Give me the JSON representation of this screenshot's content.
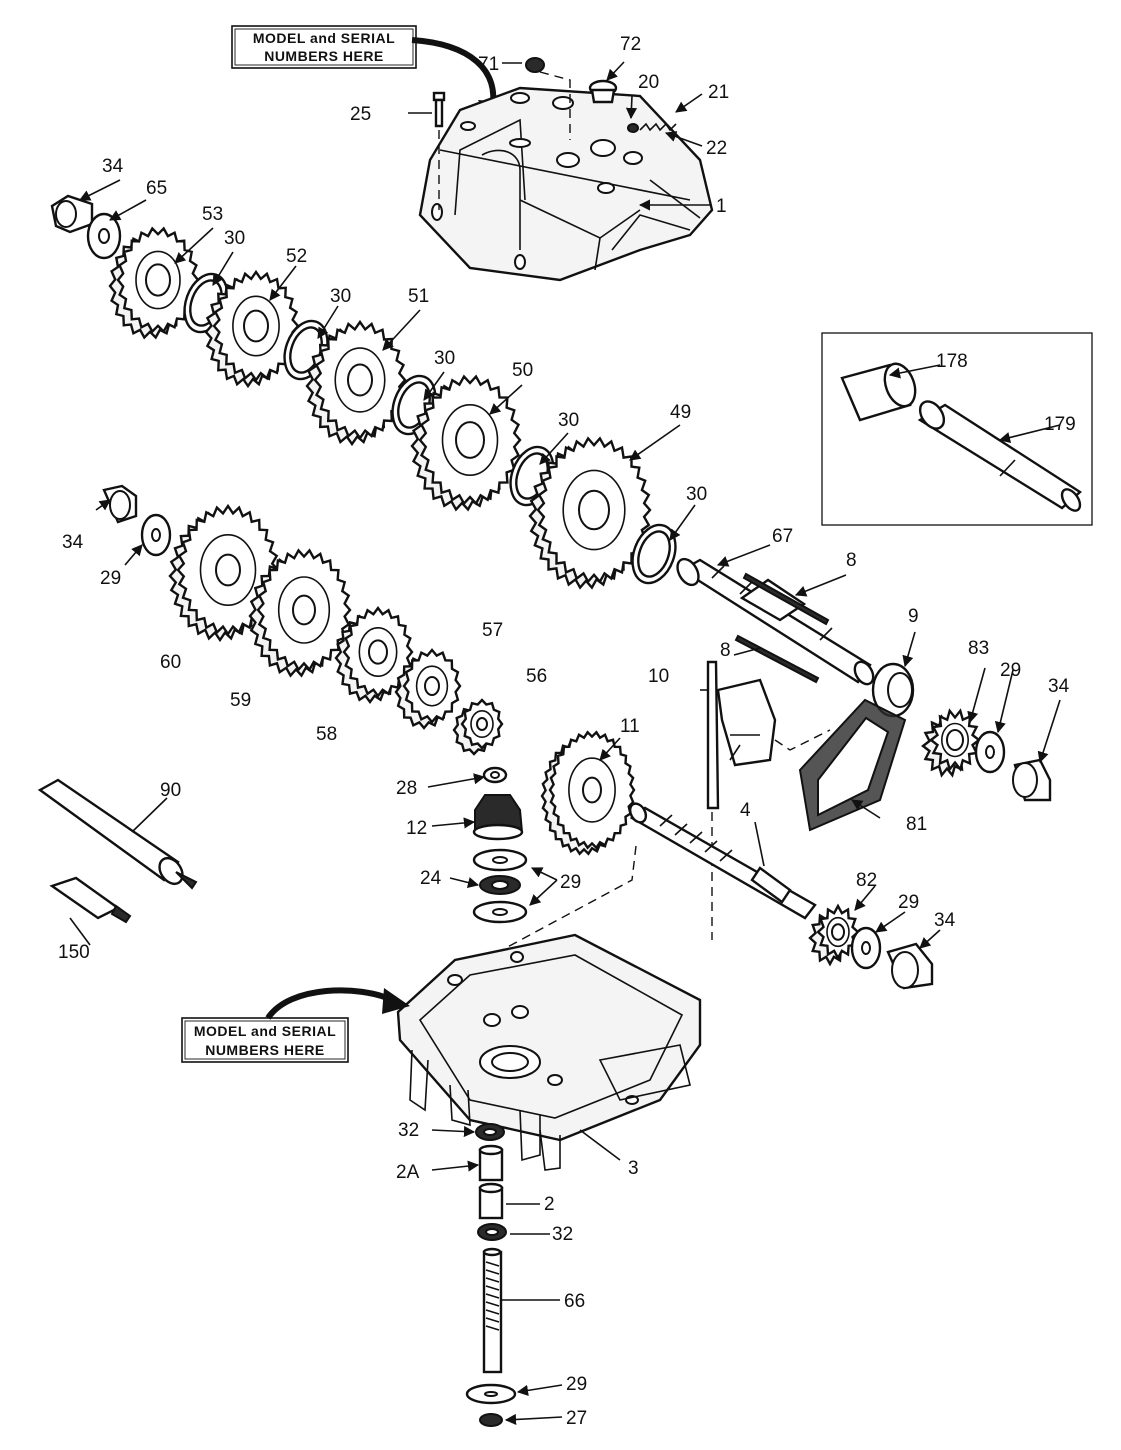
{
  "notes": {
    "top_line1": "MODEL and SERIAL",
    "top_line2": "NUMBERS HERE",
    "bottom_line1": "MODEL and SERIAL",
    "bottom_line2": "NUMBERS HERE"
  },
  "callouts": {
    "c1": "1",
    "c2": "2",
    "c2A": "2A",
    "c3": "3",
    "c4": "4",
    "c8a": "8",
    "c8b": "8",
    "c9": "9",
    "c10": "10",
    "c11": "11",
    "c12": "12",
    "c20": "20",
    "c21": "21",
    "c22": "22",
    "c24": "24",
    "c25": "25",
    "c27": "27",
    "c28": "28",
    "c29a": "29",
    "c29b": "29",
    "c29c": "29",
    "c29d": "29",
    "c29e": "29",
    "c30a": "30",
    "c30b": "30",
    "c30c": "30",
    "c30d": "30",
    "c30e": "30",
    "c32a": "32",
    "c32b": "32",
    "c34a": "34",
    "c34b": "34",
    "c34c": "34",
    "c34d": "34",
    "c49": "49",
    "c50": "50",
    "c51": "51",
    "c52": "52",
    "c53": "53",
    "c56": "56",
    "c57": "57",
    "c58": "58",
    "c59": "59",
    "c60": "60",
    "c65": "65",
    "c66": "66",
    "c67": "67",
    "c71": "71",
    "c72": "72",
    "c81": "81",
    "c82": "82",
    "c83": "83",
    "c90": "90",
    "c150": "150",
    "c178": "178",
    "c179": "179"
  }
}
